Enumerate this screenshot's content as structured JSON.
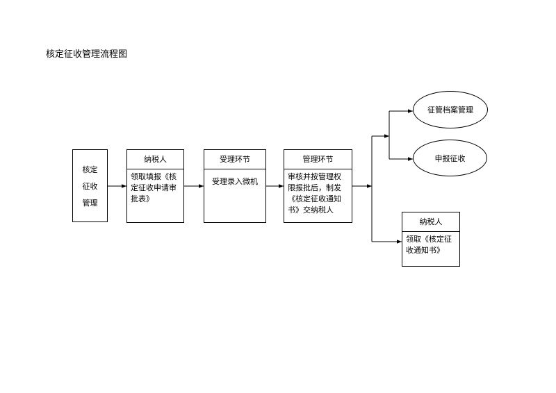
{
  "title": "核定征收管理流程图",
  "nodes": {
    "start": {
      "lines": [
        "核定",
        "征收",
        "管理"
      ]
    },
    "taxpayer1": {
      "header": "纳税人",
      "body": "领取填报《核定征收申请审批表》"
    },
    "accept": {
      "header": "受理环节",
      "body": "受理录入微机"
    },
    "manage": {
      "header": "管理环节",
      "body": "审核并按管理权限报批后，制发《核定征收通知书》交纳税人"
    },
    "archive": {
      "label": "征管档案管理"
    },
    "declare": {
      "label": "申报征收"
    },
    "taxpayer2": {
      "header": "纳税人",
      "body": "领取《核定征收通知书》"
    }
  }
}
